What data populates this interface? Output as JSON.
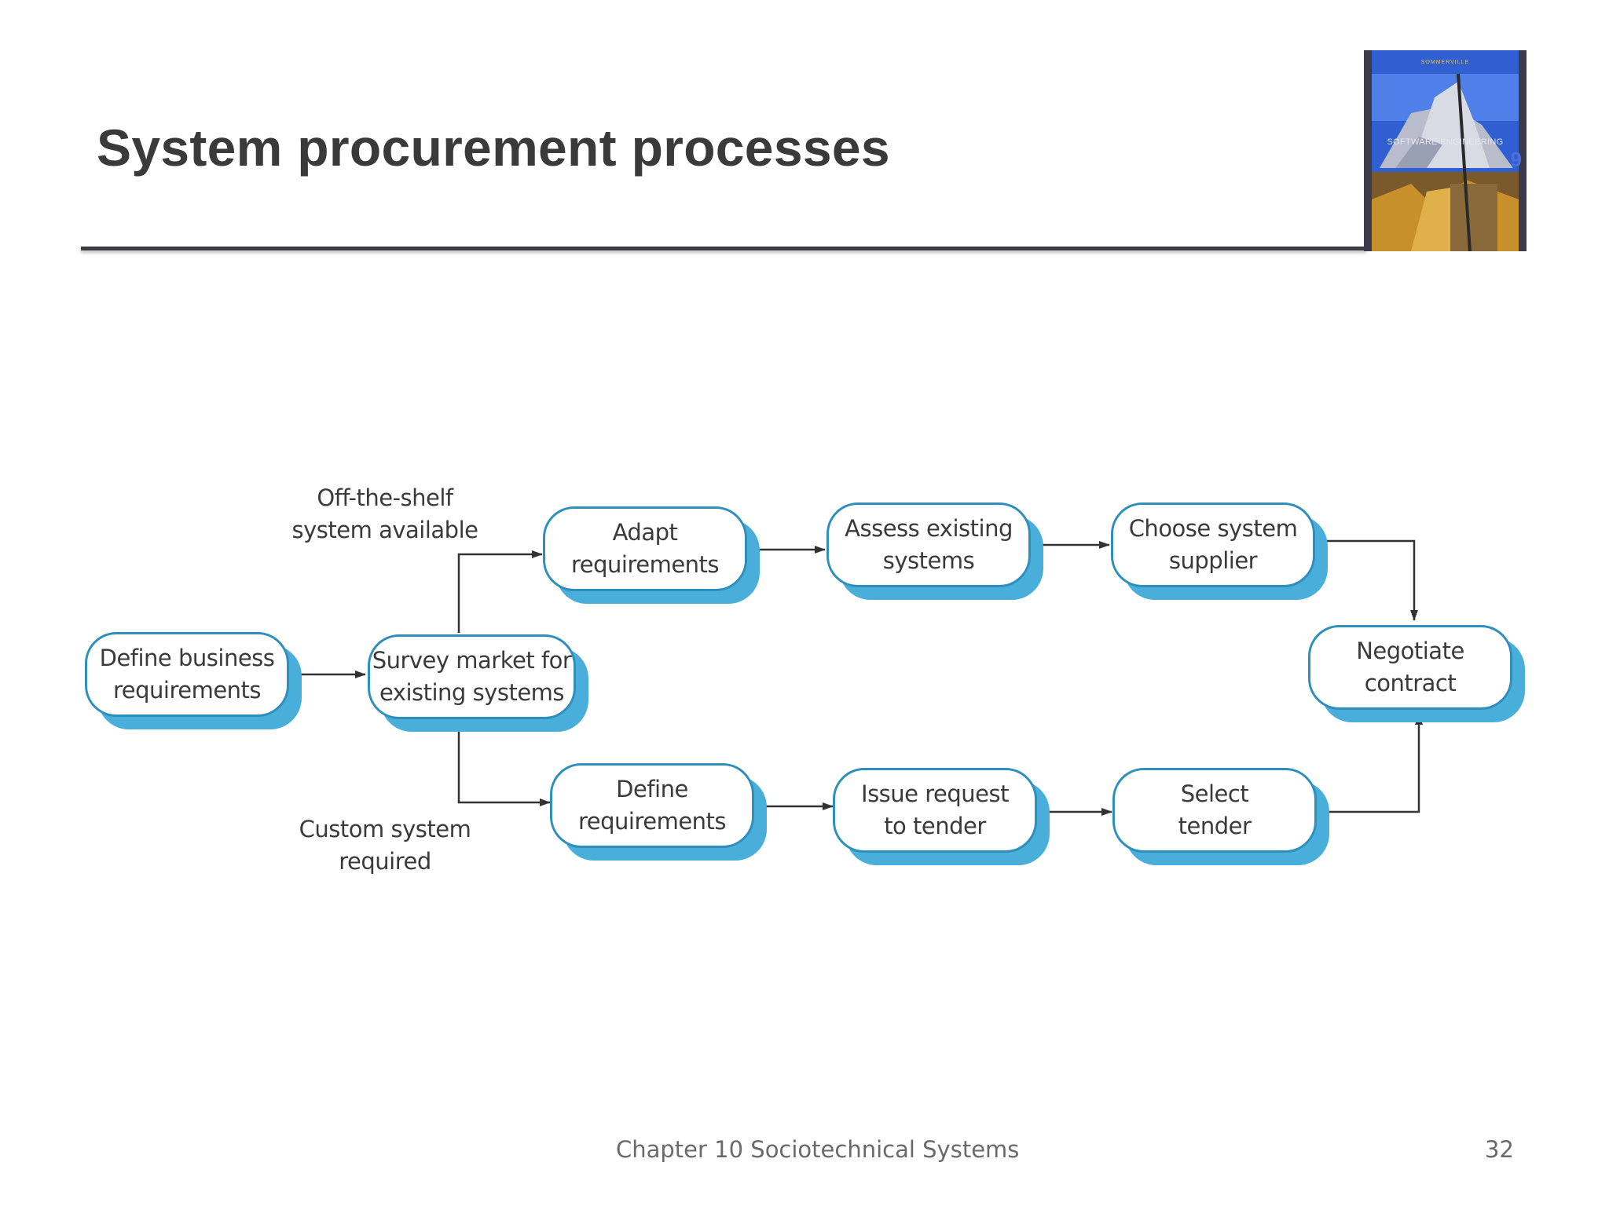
{
  "slide": {
    "title": "System procurement processes"
  },
  "book_cover": {
    "author": "SOMMERVILLE",
    "title": "SOFTWARE ENGINEERING",
    "edition": "9"
  },
  "diagram": {
    "branch_labels": {
      "off_the_shelf": "Off-the-shelf\nsystem available",
      "custom": "Custom system\nrequired"
    },
    "nodes": {
      "define_business": "Define business\nrequirements",
      "survey_market": "Survey market for\nexisting systems",
      "adapt_requirements": "Adapt\nrequirements",
      "assess_existing": "Assess existing\nsystems",
      "choose_supplier": "Choose system\nsupplier",
      "negotiate_contract": "Negotiate\ncontract",
      "define_requirements": "Define\nrequirements",
      "issue_request": "Issue request\nto tender",
      "select_tender": "Select\ntender"
    }
  },
  "footer": {
    "chapter": "Chapter 10 Sociotechnical Systems",
    "page": "32"
  },
  "colors": {
    "node_border": "#2e8fbd",
    "node_shadow": "#4aaedb",
    "connector": "#333333",
    "title_text": "#3a3a3a"
  }
}
